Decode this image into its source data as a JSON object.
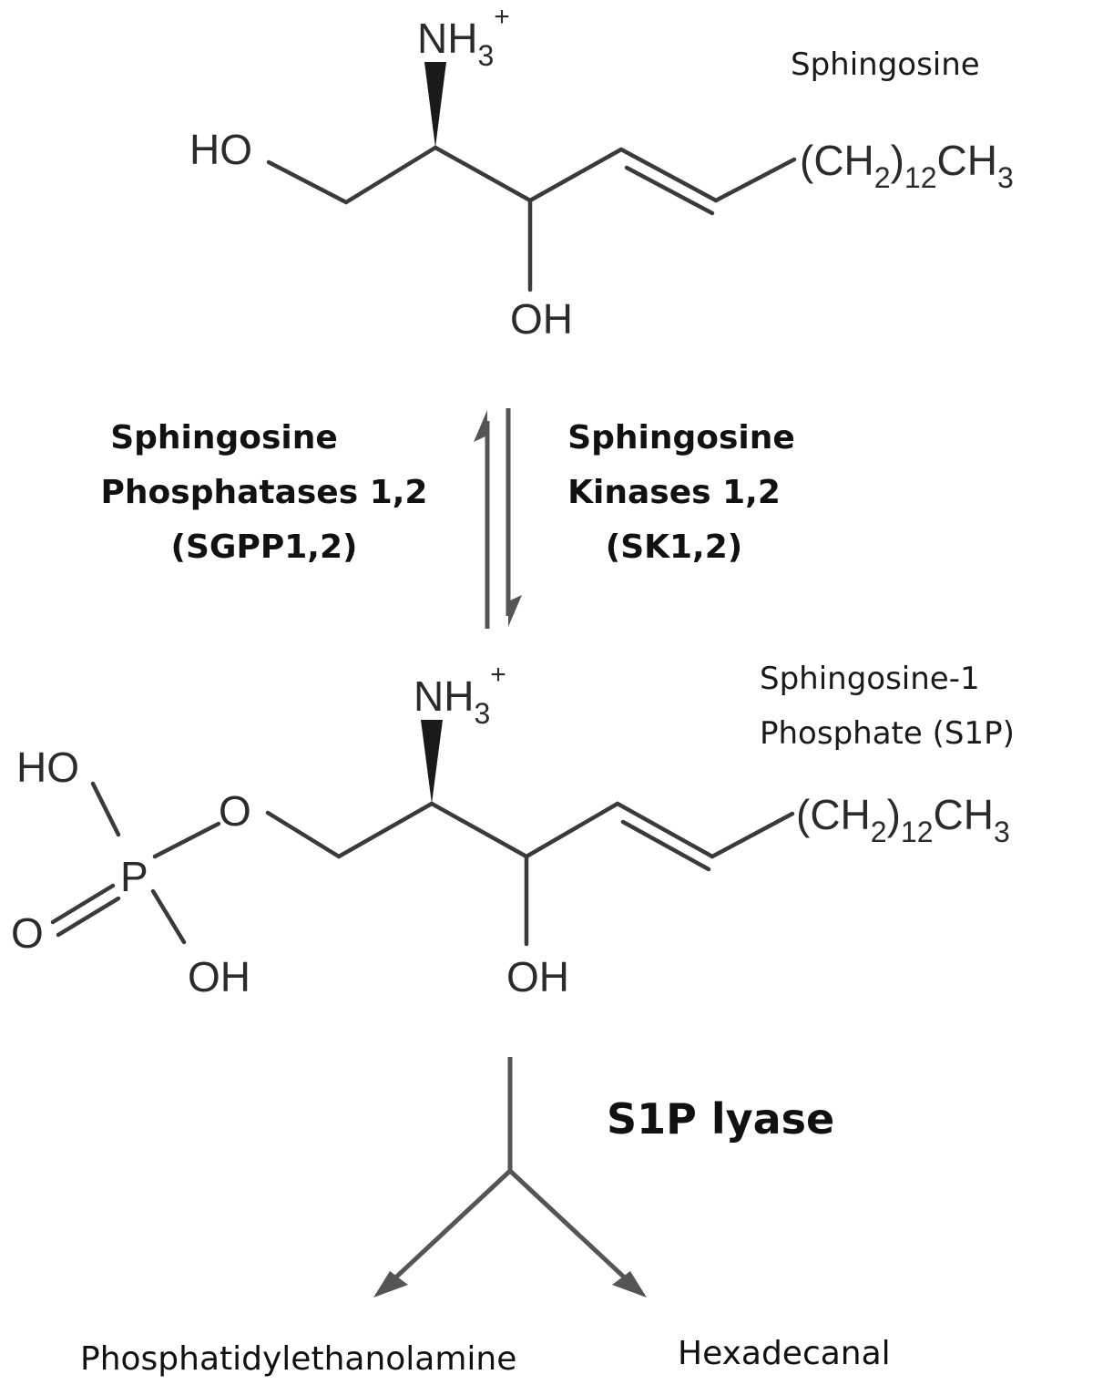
{
  "molecule1": {
    "name": "Sphingosine",
    "amine": "NH3+",
    "hydroxyl_left": "HO",
    "hydroxyl_bottom": "OH",
    "tail": "(CH2)12CH3"
  },
  "reaction": {
    "reverse_enzyme": [
      "Sphingosine",
      "Phosphatases 1,2",
      "(SGPP1,2)"
    ],
    "forward_enzyme": [
      "Sphingosine",
      "Kinases 1,2",
      "(SK1,2)"
    ]
  },
  "molecule2": {
    "name": [
      "Sphingosine-1",
      "Phosphate (S1P)"
    ],
    "amine": "NH3+",
    "phosphate_ho": "HO",
    "phosphate_o": "O",
    "phosphate_p": "P",
    "phosphate_o_double": "O",
    "phosphate_oh": "OH",
    "hydroxyl_bottom": "OH",
    "tail": "(CH2)12CH3"
  },
  "cleavage": {
    "enzyme": "S1P lyase",
    "products": [
      "Phosphatidylethanolamine",
      "Hexadecanal"
    ]
  }
}
